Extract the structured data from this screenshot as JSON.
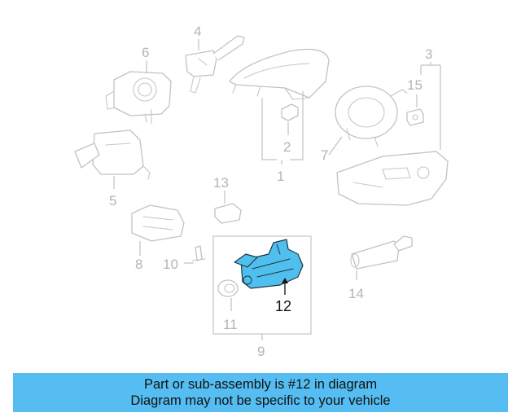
{
  "diagram": {
    "highlighted_part": "12",
    "highlight_color": "#4fc0ee",
    "banner_color": "#55bdf1",
    "callouts": {
      "c1": "1",
      "c2": "2",
      "c3": "3",
      "c4": "4",
      "c5": "5",
      "c6": "6",
      "c7": "7",
      "c8": "8",
      "c9": "9",
      "c10": "10",
      "c11": "11",
      "c12": "12",
      "c13": "13",
      "c14": "14",
      "c15": "15"
    }
  },
  "banner": {
    "line1": "Part or sub-assembly is #12 in diagram",
    "line2": "Diagram may not be specific to your vehicle"
  }
}
